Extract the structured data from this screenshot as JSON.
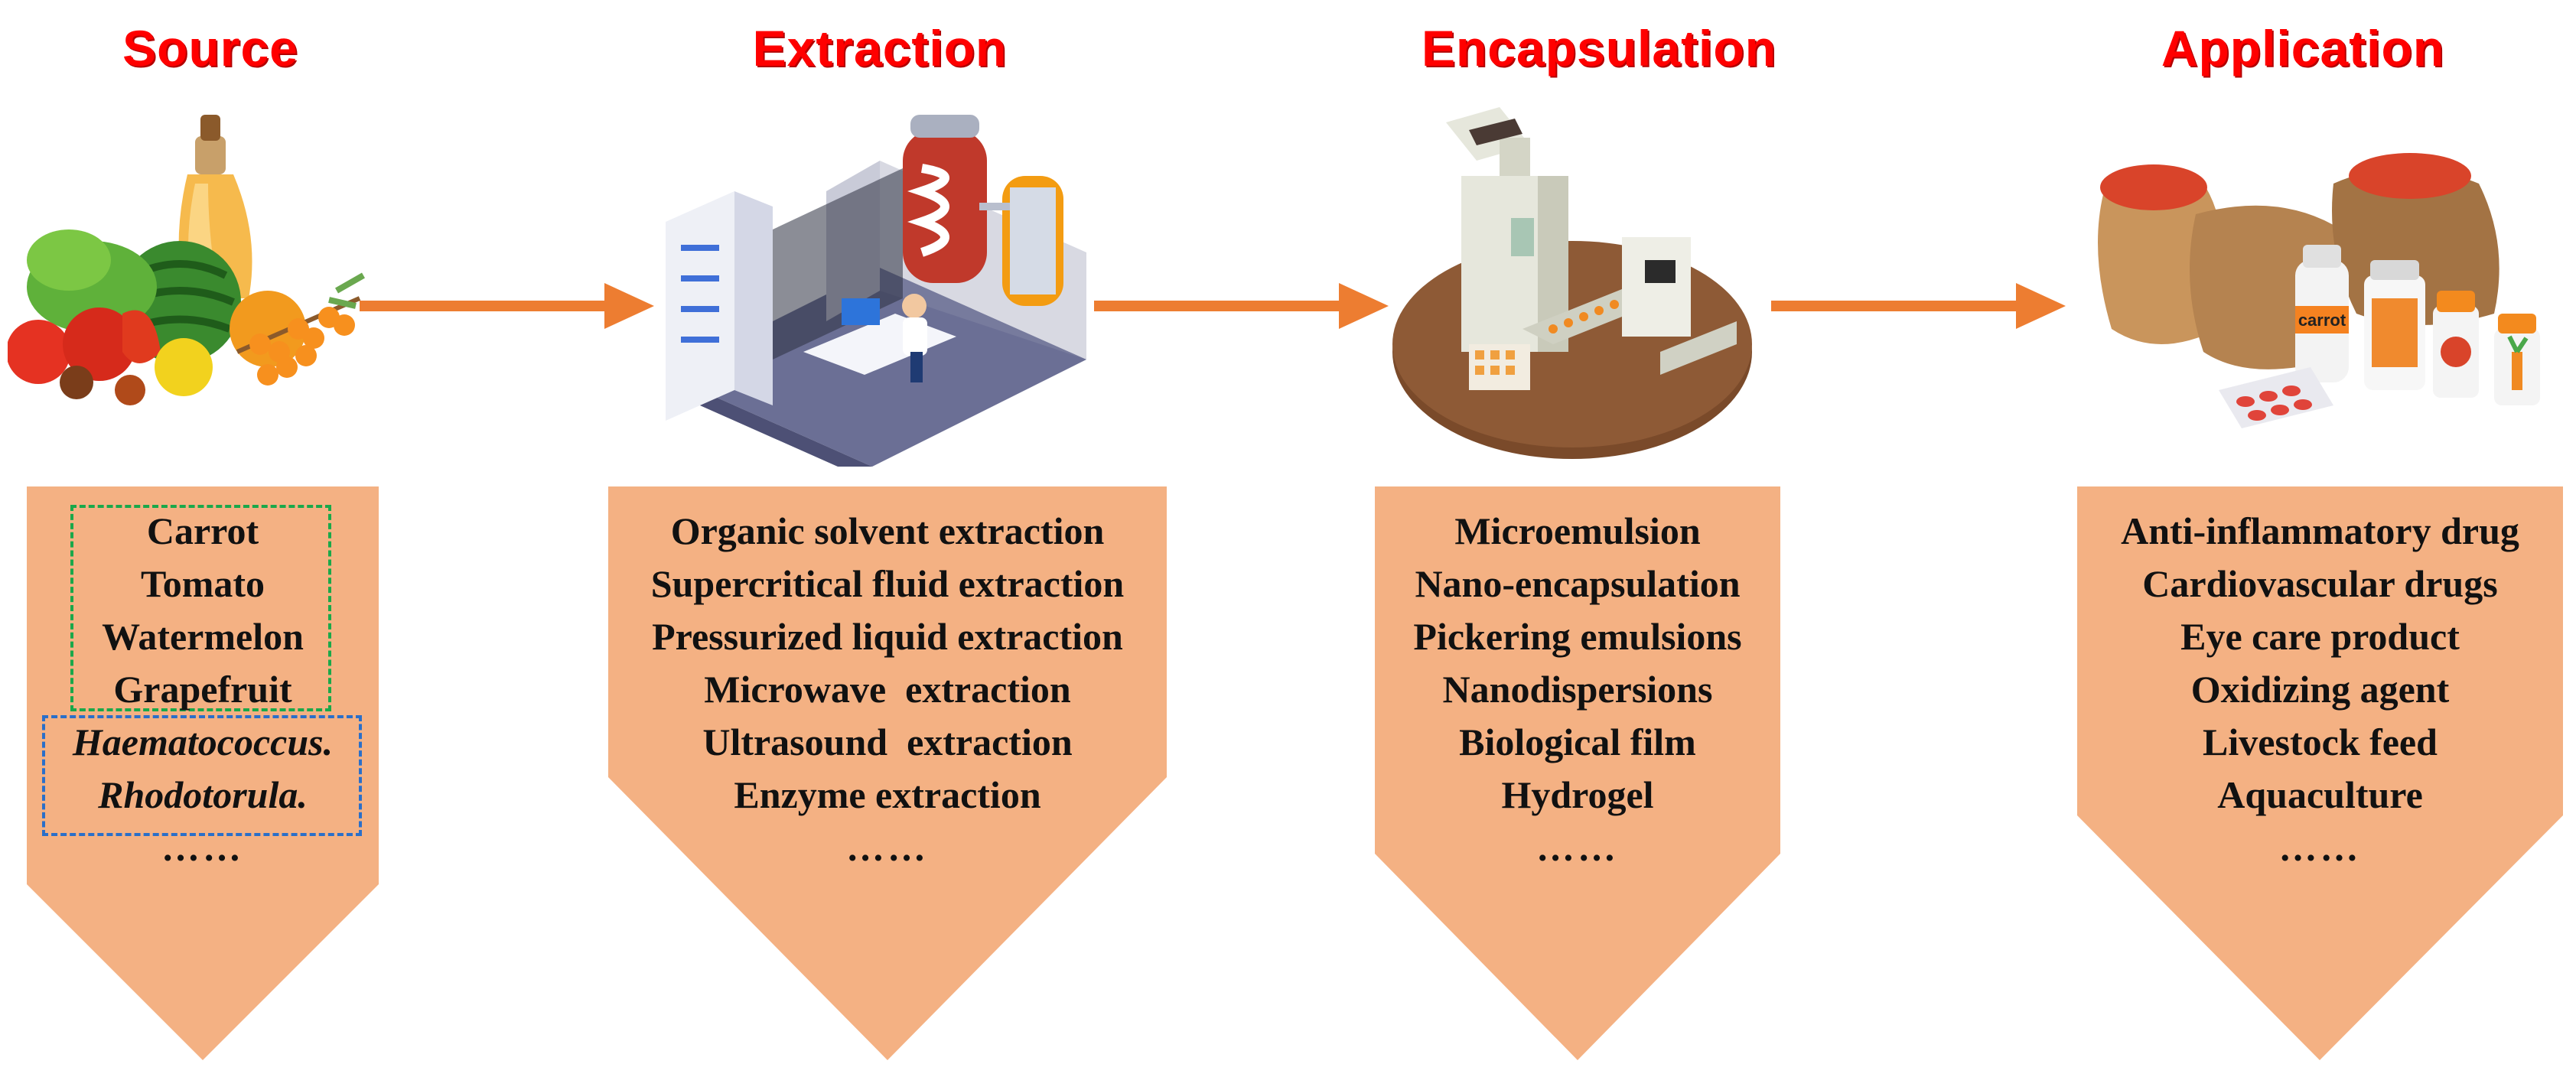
{
  "stages": [
    {
      "title": "Source",
      "items": [
        "Carrot",
        "Tomato",
        "Watermelon",
        "Grapefruit"
      ],
      "micro_items": [
        "Haematococcus.",
        "Rhodotorula."
      ],
      "ellipsis": "……"
    },
    {
      "title": "Extraction",
      "items": [
        "Organic solvent extraction",
        "Supercritical fluid extraction",
        "Pressurized liquid extraction",
        "Microwave  extraction",
        "Ultrasound  extraction",
        "Enzyme extraction"
      ],
      "ellipsis": "……"
    },
    {
      "title": "Encapsulation",
      "items": [
        "Microemulsion",
        "Nano-encapsulation",
        "Pickering emulsions",
        "Nanodispersions",
        "Biological film",
        "Hydrogel"
      ],
      "ellipsis": "……"
    },
    {
      "title": "Application",
      "items": [
        "Anti-inflammatory drug",
        "Cardiovascular drugs",
        "Eye care product",
        "Oxidizing agent",
        "Livestock feed",
        "Aquaculture"
      ],
      "ellipsis": "……",
      "bottle_label": "carrot"
    }
  ],
  "colors": {
    "title": "#ff0000",
    "panel": "#f4b183",
    "arrow": "#ed7d31",
    "green_box": "#1aa84a",
    "blue_box": "#2a6fc9"
  },
  "icons": [
    "fruit-vegetable-illustration",
    "extraction-lab-illustration",
    "encapsulation-machine-illustration",
    "product-packaging-illustration"
  ]
}
